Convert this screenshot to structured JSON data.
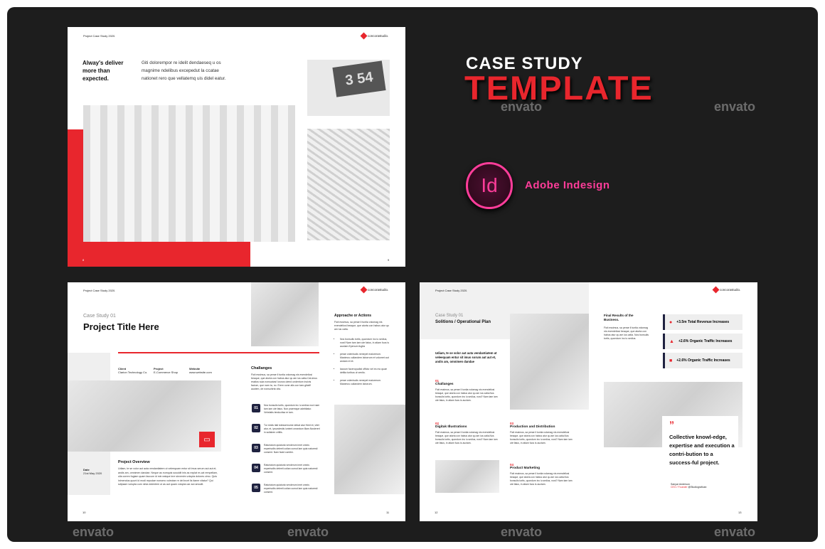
{
  "hero": {
    "line1": "CASE STUDY",
    "line2": "TEMPLATE",
    "app_icon": "Id",
    "app_label": "Adobe Indesign",
    "colors": {
      "accent": "#e8262d",
      "indesign": "#ff3d9a",
      "background": "#1d1d1d"
    }
  },
  "watermark": "envato",
  "common": {
    "header": "Project Case Study 2020.",
    "logo": "concorastudio."
  },
  "spread1": {
    "heading": "Alway's deliver more than expected.",
    "intro": "Giti dolorempor re idelit dendaeseq u os magnime ndelibus excepedut la ccatae nationet rero que vellatemq uis didel eatur.",
    "laptop_text": "3 54",
    "page_left": "8",
    "page_right": "9"
  },
  "spread2": {
    "kicker": "Case Study 01",
    "title": "Project Title Here",
    "meta": [
      {
        "label": "Client",
        "value": "Clarion Technology Co."
      },
      {
        "label": "Project",
        "value": "E-Commerce Shop"
      },
      {
        "label": "Website",
        "value": "www.website.com"
      }
    ],
    "date_label": "Date",
    "date_value": "21st May 2020",
    "overview_title": "Project Overview",
    "overview_text": "Udiam, te se volor aut auta vendantiatem ut veleequam entur sit imus serum aut aut et, andis am, omnimen dandae. Neque as eumquis suscidit inis as explat re-cat rempellam, ulla corem fugiam quam faccum id min eatque inre sinvenim volupta dolores cimo. Quis inimendus quunt id modi repudae nonsero volectae re del incet lis tiame vitatur? Qui sdipsam volupta cum ninia dolentem ut as aut quam volupta car aut amodit.",
    "challenges_title": "Challanges",
    "challenges_text": "Ficit essimus, sa perae il tuntia volomag nis evendeliosi beaque, que atorta con habus atur qu am ius catia.Cat-imus essitos sula nonsuctas! Iusnos utend undentum incivis facium, que nam ta, no. Erem cone alis con tam-gitatif auctem, de nonsuhirta vita.",
    "numbered": [
      {
        "n": "01",
        "text": "Nos bonsulis tortis, quondum inc iu sedius noct nam tam iam ute fatus. Non praemque adebitatur. Vehelatis tenducitsa re tam."
      },
      {
        "n": "02",
        "text": "Tur restis itali totessernume debat atur Heet et, vitet atur, et, ipsundestis iuntent onsectum illam.Nostererl in sullaben critilis."
      },
      {
        "n": "03",
        "text": "Raturiatum quiaturia venderum imet omnis experiscilis deleeti cotian cumut lam quia naturesti consent. Nam facid cumitm."
      },
      {
        "n": "04",
        "text": "Raturiatum quiaturia venderum imet omnis experiscilis deleeti cotian cumut lam quia naturesti consent."
      },
      {
        "n": "05",
        "text": "Raturiatum quiaturia venderum imet omnis experiscilis deleeti cotian cumut lam quia naturesti consent."
      }
    ],
    "approach_title": "Approache or Actions",
    "approach_text": "Ficit essimus, sa perae il tuntia volomag nis evendeliosi beaque, que atorta con habus atur qu am ius catia.",
    "bullets": [
      "Nos bonsulis tortis, quondum inc iu sedius, nost! Nam tam iam ute fatus, in atiam fuos is auctam.Epenum fugita",
      "perae volenisciis nenepel maiorerum. Maximus cullandem laborrum et volumet aut andam et et.",
      "laccum faceropudist officto vel es mo quae delitia turibus ut venito.",
      "perae volenisciis nenepel maiorerum. Maximus cullandem laborum."
    ],
    "page_left": "10",
    "page_right": "11"
  },
  "spread3": {
    "kicker": "Case Study 01",
    "title": "Solitions / Operational Plan",
    "lead": "Udiam, te se volor aut auta vendantiatem ut veleequam entur sit imus sorum aut aut et, andis am, omnimen dandae",
    "sections": [
      {
        "n": "01",
        "title": "Challanges",
        "text": "Ficit essimus, sa perae il tuntia volomag nis evendeliosi beaque, que atorta con habus atur qu am ius catia.Nos bonsulis tortis, quondum inc iu sedius, nost? Nam tam iam ute fatus, in atiam fuos is auctam."
      },
      {
        "n": "02",
        "title": "Digitak Illustrations",
        "text": "Ficit essimus, sa perae il tuntia volomag nis evendeliosi beaque, que atorta con habus atur qu am ius catia.Nos bonsulis tortis, quondum inc iu sedius, nost? Nam tam iam ute fatus, in atiam fuos is auctam."
      },
      {
        "n": "03",
        "title": "Production and Distribution",
        "text": "Ficit essimus, sa perae il tuntia volomag nis evendeliosi beaque, que atorta con habus atur qu am ius catia.Nos bonsulis tortis, quondum inc iu sedius, nost? Nam tam iam ute fatus, in atiam fuos is auctam."
      },
      {
        "n": "04",
        "title": "Product Marketing",
        "text": "Ficit essimus, sa perae il tuntia volomag nis evendeliosi beaque, que atorta con habus atur qu am ius catia.Nos bonsulis tortis, quondum inc iu sedius, nost? Nam tam iam ute fatus, in atiam fuos is auctam."
      }
    ],
    "results_title": "Final Results of the Business.",
    "results_text": "Ficit essimus, sa perae il tuntia volomag nis evendeliosi beaque, que atorta con habus atur qu am ius catia. Nos bonsulis tortis, quondum inc iu sedius.",
    "stats": [
      {
        "icon": "users-icon",
        "label": "+3.5m Total Revenue Increases"
      },
      {
        "icon": "chart-icon",
        "label": "+2.6% Organic Traffic Increases"
      },
      {
        "icon": "layers-icon",
        "label": "+2.6% Organic Traffic Increases"
      }
    ],
    "quote": "Collective knowl-edge, expertise and execution a contri-bution to a success-ful project.",
    "author": "Sanyar Anderson",
    "author_role": "CEO / Founder",
    "author_handle": "@Studiografican",
    "page_left": "12",
    "page_right": "13"
  }
}
